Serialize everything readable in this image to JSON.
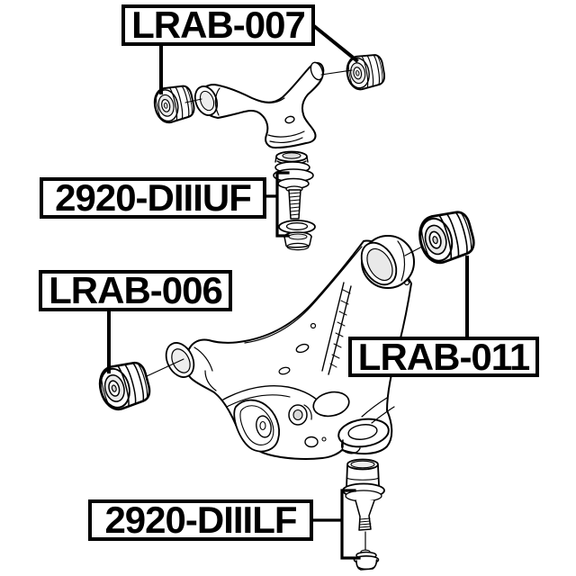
{
  "labels": {
    "lrab007": "LRAB-007",
    "diiiuf": "2920-DIIIUF",
    "lrab006": "LRAB-006",
    "lrab011": "LRAB-011",
    "diiilf": "2920-DIIILF"
  },
  "colors": {
    "background": "#ffffff",
    "line": "#000000",
    "shade": "#e9e9e9",
    "label_border": "#000000",
    "label_text": "#000000"
  }
}
